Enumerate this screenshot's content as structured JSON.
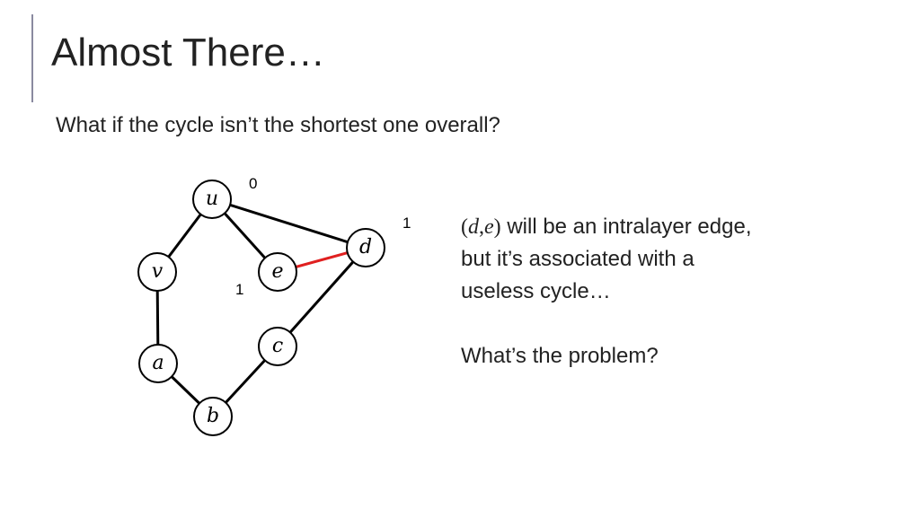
{
  "slide": {
    "title": "Almost There…",
    "subtitle": "What if the cycle isn’t the shortest one overall?"
  },
  "diagram": {
    "nodes": [
      {
        "id": "u",
        "label": "u"
      },
      {
        "id": "v",
        "label": "v"
      },
      {
        "id": "e",
        "label": "e"
      },
      {
        "id": "d",
        "label": "d"
      },
      {
        "id": "a",
        "label": "a"
      },
      {
        "id": "c",
        "label": "c"
      },
      {
        "id": "b",
        "label": "b"
      }
    ],
    "edges": [
      {
        "from": "u",
        "to": "v",
        "color": "#000000"
      },
      {
        "from": "u",
        "to": "e",
        "color": "#000000"
      },
      {
        "from": "u",
        "to": "d",
        "color": "#000000"
      },
      {
        "from": "e",
        "to": "d",
        "color": "#e02020"
      },
      {
        "from": "v",
        "to": "a",
        "color": "#000000"
      },
      {
        "from": "a",
        "to": "b",
        "color": "#000000"
      },
      {
        "from": "b",
        "to": "c",
        "color": "#000000"
      },
      {
        "from": "c",
        "to": "d",
        "color": "#000000"
      }
    ],
    "layer_labels": {
      "u": "0",
      "d": "1",
      "e": "1"
    }
  },
  "side_text": {
    "math_open": "(",
    "math_d": "d",
    "math_comma": ",",
    "math_e": "e",
    "math_close": ")",
    "line1_rest": " will be an intralayer edge,",
    "line2": "but it’s associated with a",
    "line3": "useless cycle…",
    "line4": "What’s the problem?"
  },
  "colors": {
    "highlight_edge": "#e02020",
    "accent_bar": "#8a8aa0"
  }
}
